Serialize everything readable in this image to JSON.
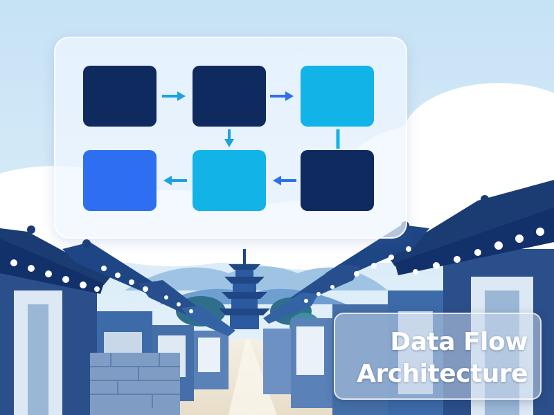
{
  "title": {
    "line1": "Data Flow",
    "line2": "Architecture"
  },
  "colors": {
    "navy": "#0f2a5f",
    "cyan": "#12b4e8",
    "blue": "#2d6ff0",
    "connector": "#1aa3e0",
    "sky": "#cde6f6"
  },
  "diagram": {
    "nodes": [
      {
        "id": "n1",
        "color": "#0f2a5f"
      },
      {
        "id": "n2",
        "color": "#0f2a5f"
      },
      {
        "id": "n3",
        "color": "#12b4e8"
      },
      {
        "id": "n4",
        "color": "#2d6ff0"
      },
      {
        "id": "n5",
        "color": "#12b4e8"
      },
      {
        "id": "n6",
        "color": "#0f2a5f"
      }
    ],
    "edges": [
      {
        "from": "n1",
        "to": "n2",
        "direction": "right"
      },
      {
        "from": "n2",
        "to": "n3",
        "direction": "right"
      },
      {
        "from": "n2",
        "to": "n5",
        "direction": "down"
      },
      {
        "from": "n3",
        "to": "n6",
        "direction": "down"
      },
      {
        "from": "n6",
        "to": "n5",
        "direction": "left"
      },
      {
        "from": "n5",
        "to": "n4",
        "direction": "left"
      }
    ]
  }
}
